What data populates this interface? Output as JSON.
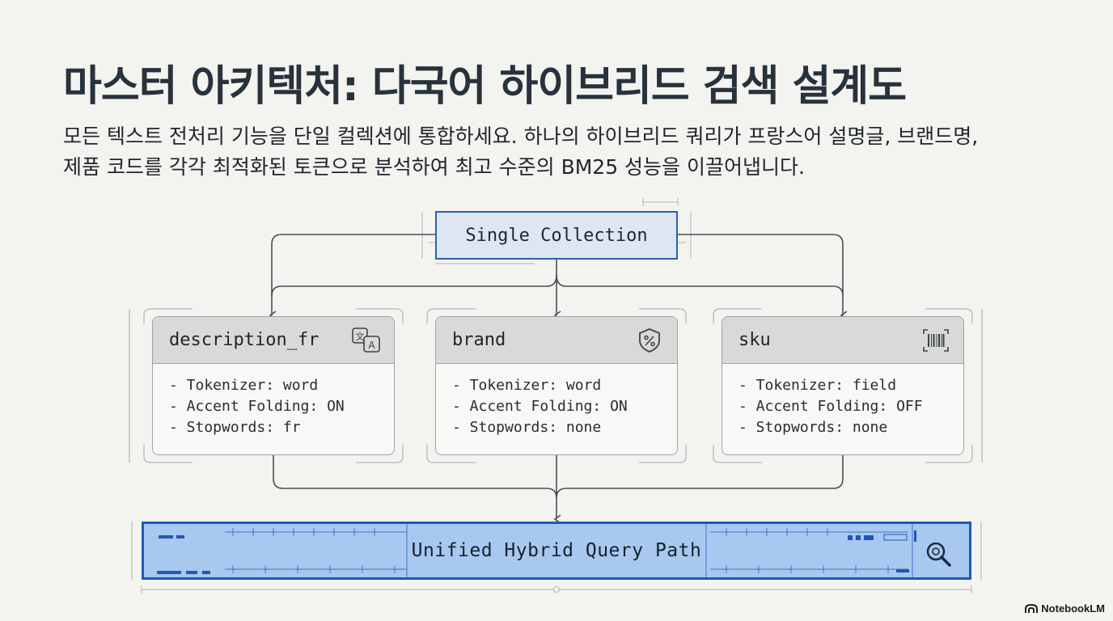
{
  "title": "마스터 아키텍처: 다국어 하이브리드 검색 설계도",
  "subtitle_lines": [
    "모든 텍스트 전처리 기능을 단일 컬렉션에 통합하세요. 하나의 하이브리드 쿼리가 프랑스어 설명글, 브랜드명,",
    "제품 코드를 각각 최적화된 토큰으로 분석하여 최고 수준의 BM25 성능을 이끌어냅니다."
  ],
  "collection_label": "Single Collection",
  "fields": [
    {
      "name": "description_fr",
      "icon": "translate-icon",
      "lines": [
        "- Tokenizer: word",
        "- Accent Folding: ON",
        "- Stopwords: fr"
      ]
    },
    {
      "name": "brand",
      "icon": "badge-percent-icon",
      "lines": [
        "- Tokenizer: word",
        "- Accent Folding: ON",
        "- Stopwords: none"
      ]
    },
    {
      "name": "sku",
      "icon": "barcode-icon",
      "lines": [
        "- Tokenizer: field",
        "- Accent Folding: OFF",
        "- Stopwords: none"
      ]
    }
  ],
  "query_path_label": "Unified Hybrid Query Path",
  "query_icon": "search-icon",
  "colors": {
    "accent_blue": "#2158b6",
    "query_fill": "#a8c8f0",
    "collection_fill": "#dde6f2",
    "card_header": "#d9d9d8",
    "connector": "#4a5058"
  },
  "watermark": "NotebookLM"
}
